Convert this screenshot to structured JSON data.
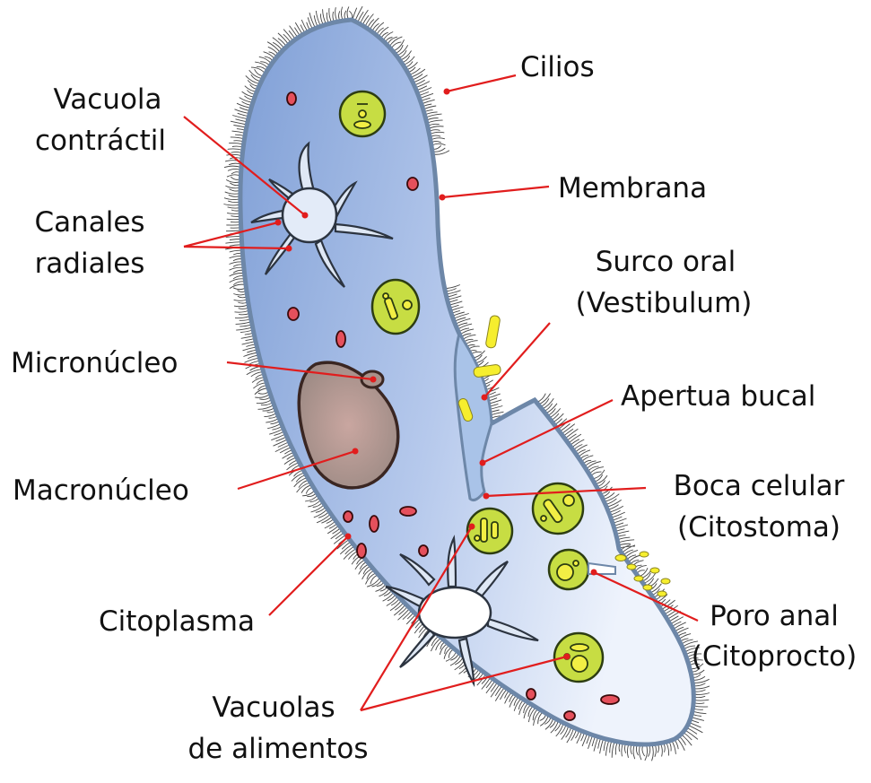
{
  "colors": {
    "cell_fill_dark": "#7f9fd6",
    "cell_fill_light": "#e6eefb",
    "membrane": "#6d87a8",
    "leader_line": "#e11d1d",
    "food_vacuole": "#c7dd43",
    "macronucleus": "#a8918a",
    "granules": "#e5505c"
  },
  "labels": {
    "cilios": "Cilios",
    "membrana": "Membrana",
    "vacuola_contractil_1": "Vacuola",
    "vacuola_contractil_2": "contráctil",
    "canales_radiales_1": "Canales",
    "canales_radiales_2": "radiales",
    "surco_oral_1": "Surco oral",
    "surco_oral_2": "(Vestibulum)",
    "micronucleo": "Micronúcleo",
    "apertua_bucal": "Apertua bucal",
    "macronucleo": "Macronúcleo",
    "boca_celular_1": "Boca celular",
    "boca_celular_2": "(Citostoma)",
    "citoplasma": "Citoplasma",
    "poro_anal_1": "Poro anal",
    "poro_anal_2": "(Citoprocto)",
    "vacuolas_alimentos_1": "Vacuolas",
    "vacuolas_alimentos_2": "de alimentos"
  }
}
